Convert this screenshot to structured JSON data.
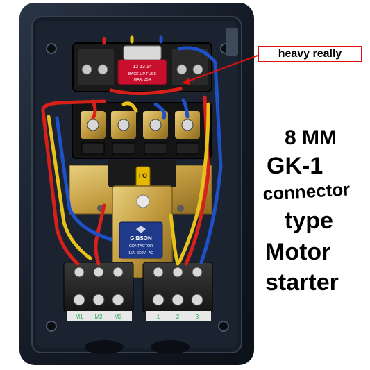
{
  "callout": {
    "text": "heavy really",
    "border_color": "#e01010"
  },
  "caption": {
    "line1": "8 MM",
    "line2": "GK-1",
    "line3": "connector",
    "line4": "type",
    "line5": "Motor",
    "line6": "starter"
  },
  "relay_dial": {
    "numbers": "12 13 14",
    "label1": "BACK UP FUSE",
    "label2": "MAX. 35A"
  },
  "contactor": {
    "brand": "GIBSON",
    "type_text": "CONTACTOR",
    "rating": "15A · 600V · AC",
    "indicator_symbol": "I O"
  },
  "terminal_labels": [
    "M1",
    "M2",
    "M3",
    "1",
    "2",
    "3"
  ],
  "colors": {
    "enclosure": "#1c2430",
    "wire_red": "#d8201a",
    "wire_yellow": "#e8c21a",
    "wire_blue": "#1e50c8",
    "brass": "#c9a44a",
    "contactor_plate": "#1f3a8a"
  }
}
